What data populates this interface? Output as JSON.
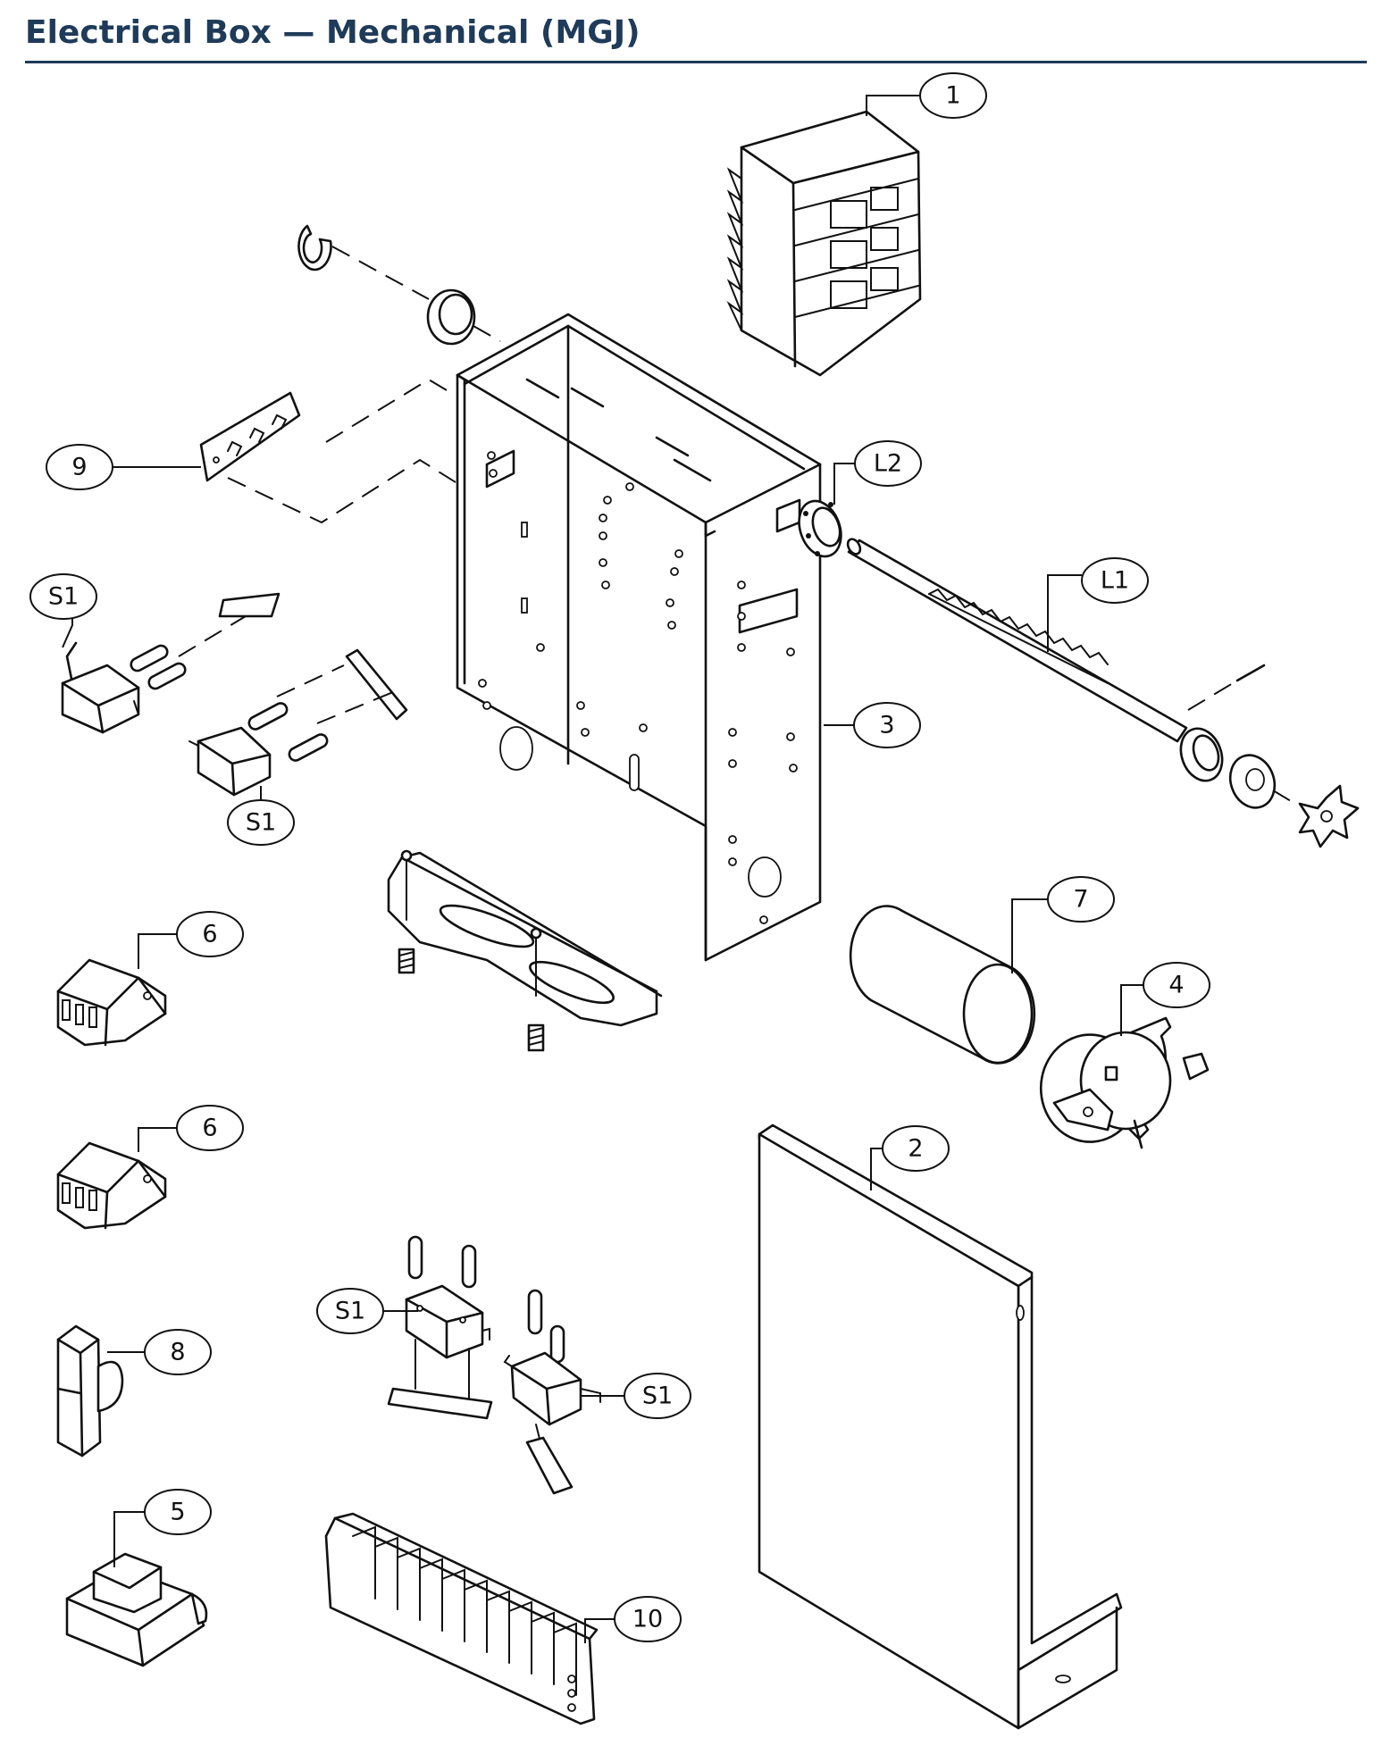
{
  "title": "Electrical Box — Mechanical (MGJ)",
  "callouts": [
    {
      "id": "c-1",
      "label": "1"
    },
    {
      "id": "c-2",
      "label": "2"
    },
    {
      "id": "c-3",
      "label": "3"
    },
    {
      "id": "c-4",
      "label": "4"
    },
    {
      "id": "c-5",
      "label": "5"
    },
    {
      "id": "c-6a",
      "label": "6"
    },
    {
      "id": "c-6b",
      "label": "6"
    },
    {
      "id": "c-7",
      "label": "7"
    },
    {
      "id": "c-8",
      "label": "8"
    },
    {
      "id": "c-9",
      "label": "9"
    },
    {
      "id": "c-10",
      "label": "10"
    },
    {
      "id": "c-L1",
      "label": "L1"
    },
    {
      "id": "c-L2",
      "label": "L2"
    },
    {
      "id": "c-S1a",
      "label": "S1"
    },
    {
      "id": "c-S1b",
      "label": "S1"
    },
    {
      "id": "c-S1c",
      "label": "S1"
    },
    {
      "id": "c-S1d",
      "label": "S1"
    }
  ]
}
